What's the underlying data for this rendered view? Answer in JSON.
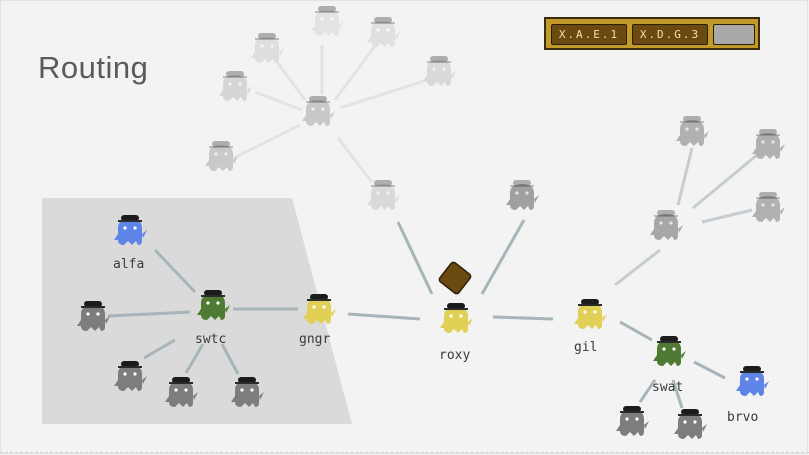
{
  "title": "Routing",
  "address_bar": {
    "cells": [
      "X.A.E.1",
      "X.D.G.3",
      ""
    ]
  },
  "nodes": {
    "alfa": {
      "label": "alfa",
      "color": "#5d84e6"
    },
    "swtc": {
      "label": "swtc",
      "color": "#4f7a34"
    },
    "gngr": {
      "label": "gngr",
      "color": "#e2cf55"
    },
    "roxy": {
      "label": "roxy",
      "color": "#e2cf55"
    },
    "gil": {
      "label": "gil",
      "color": "#e2cf55"
    },
    "swat": {
      "label": "swat",
      "color": "#4f7a34"
    },
    "brvo": {
      "label": "brvo",
      "color": "#5d84e6"
    }
  },
  "colors": {
    "gray_node": "#7d7d7d",
    "faded_node": "#c9c9c9",
    "packet": "#6b4a12",
    "edge": "#a7b5bb",
    "zone": "#dadada"
  }
}
